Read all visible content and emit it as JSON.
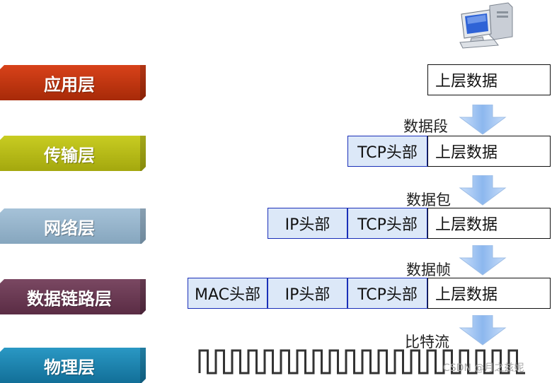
{
  "layers": [
    {
      "label": "应用层",
      "color": "#c2310a"
    },
    {
      "label": "传输层",
      "color": "#b7bb14"
    },
    {
      "label": "网络层",
      "color": "#95b4cc"
    },
    {
      "label": "数据链路层",
      "color": "#6a3a52"
    },
    {
      "label": "物理层",
      "color": "#1a85b0"
    }
  ],
  "data_labels": {
    "upper": "上层数据",
    "tcp": "TCP头部",
    "ip": "IP头部",
    "mac": "MAC头部"
  },
  "units": {
    "segment": "数据段",
    "packet": "数据包",
    "frame": "数据帧",
    "bitstream": "比特流"
  },
  "icons": {
    "computer": "computer-icon"
  },
  "watermark": "CSDN @月之兹妮"
}
